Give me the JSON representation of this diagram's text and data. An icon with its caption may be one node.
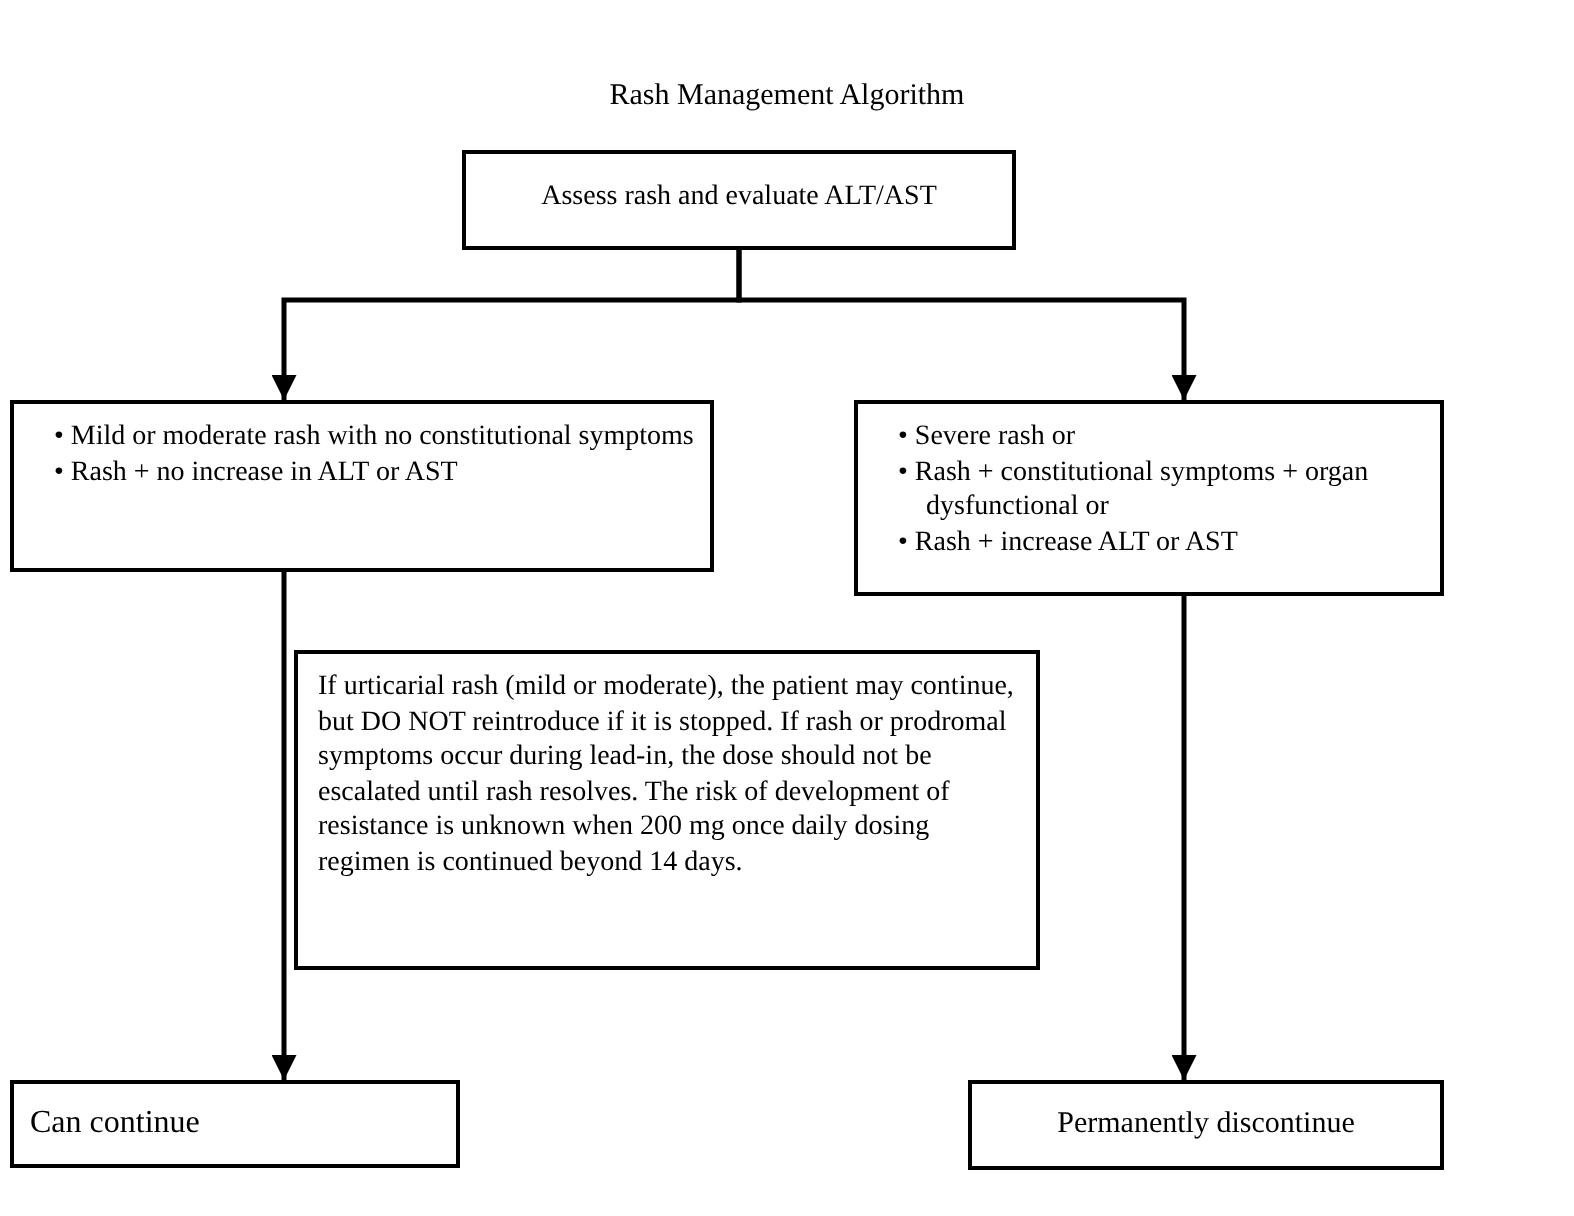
{
  "diagram": {
    "title": "Rash Management Algorithm",
    "nodes": [
      {
        "text": [
          "Assess rash and evaluate ALT/AST"
        ]
      },
      {
        "text": [
          "• Mild or moderate rash with no constitutional symptoms",
          "• Rash + no increase in ALT or AST"
        ]
      },
      {
        "text": [
          "• Severe rash or",
          "• Rash + constitutional symptoms + organ dysfunctional or",
          "• Rash + increase ALT or AST"
        ]
      },
      {
        "text": [
          "If urticarial rash (mild or moderate), the patient may continue, but DO NOT reintroduce if it is stopped. If rash or prodromal symptoms occur during lead-in, the dose should not be escalated until rash resolves. The risk of development of resistance is unknown when 200 mg once daily dosing regimen is continued beyond 14 days."
        ]
      },
      {
        "text": [
          "Can continue"
        ]
      },
      {
        "text": [
          "Permanently discontinue"
        ]
      }
    ],
    "edges": [
      {
        "from": 0,
        "to": 1,
        "arrow": "to"
      },
      {
        "from": 0,
        "to": 2,
        "arrow": "to"
      },
      {
        "from": 1,
        "to": 4,
        "arrow": "to"
      },
      {
        "from": 2,
        "to": 5,
        "arrow": "to"
      }
    ]
  }
}
